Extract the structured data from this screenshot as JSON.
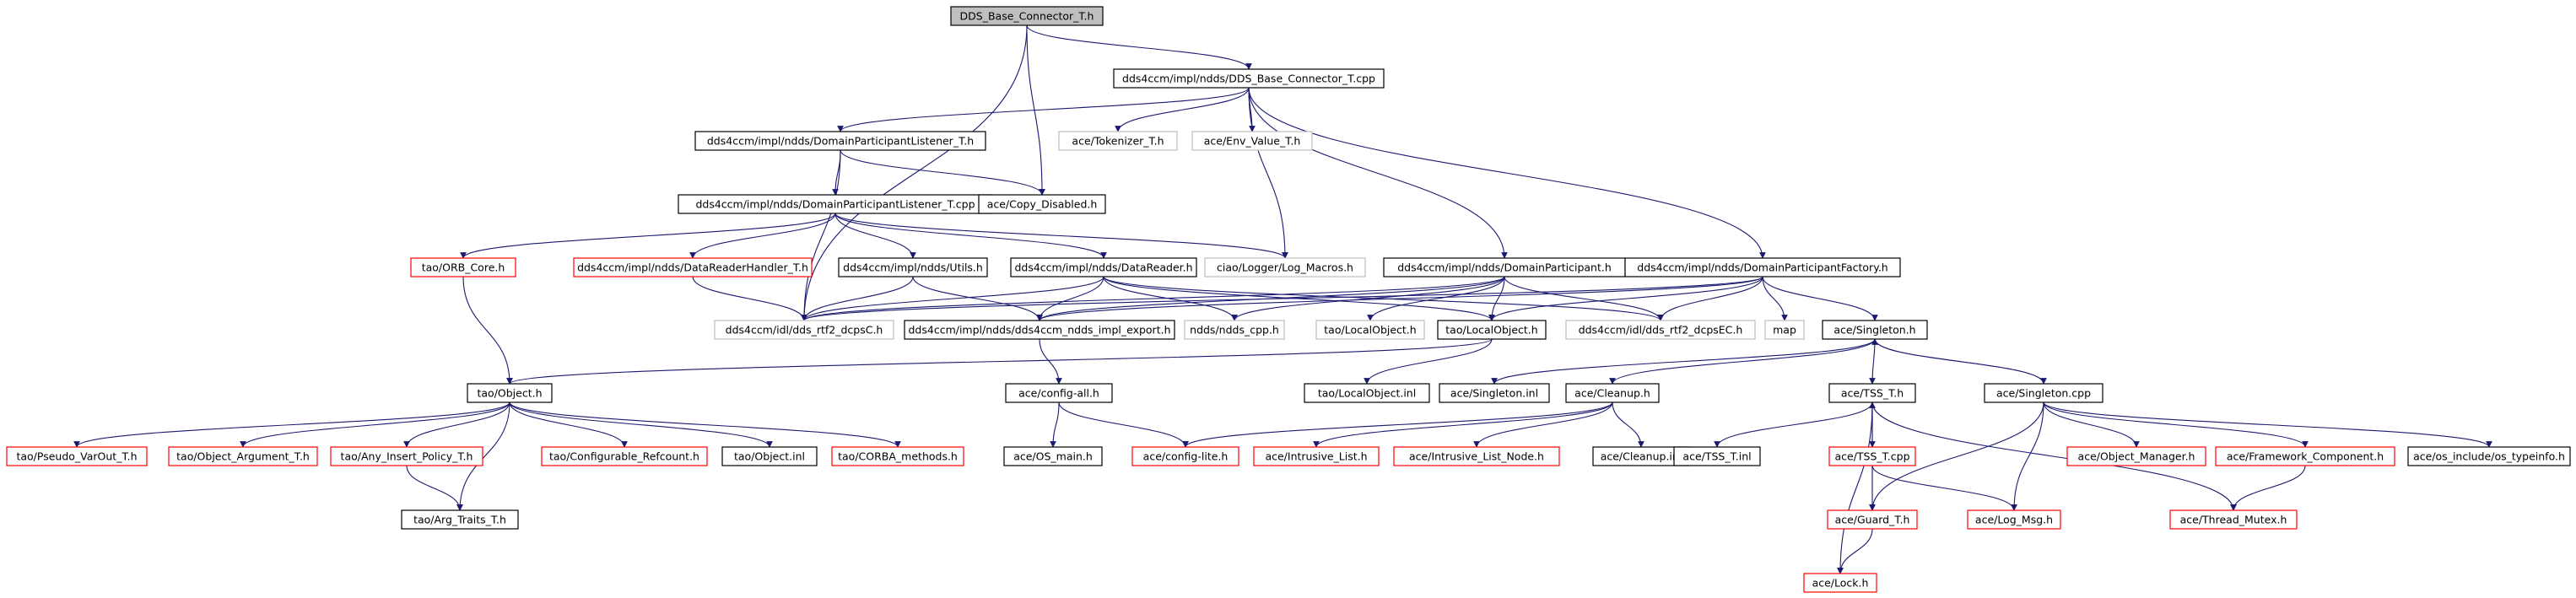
{
  "colors": {
    "edge": "#191970",
    "border_normal": "#000000",
    "border_missing": "#ff0000",
    "border_external": "#bfbfbf",
    "fill_root": "#bfbfbf",
    "fill_normal": "#ffffff",
    "text": "#000000"
  },
  "nodes": [
    {
      "id": "n_root",
      "label": "DDS_Base_Connector_T.h",
      "kind": "root"
    },
    {
      "id": "n_bct_cpp",
      "label": "dds4ccm/impl/ndds/DDS_Base_Connector_T.cpp",
      "kind": "normal"
    },
    {
      "id": "n_dpl_h",
      "label": "dds4ccm/impl/ndds/DomainParticipantListener_T.h",
      "kind": "normal"
    },
    {
      "id": "n_tokenizer",
      "label": "ace/Tokenizer_T.h",
      "kind": "external"
    },
    {
      "id": "n_envvalue",
      "label": "ace/Env_Value_T.h",
      "kind": "external"
    },
    {
      "id": "n_dpl_cpp",
      "label": "dds4ccm/impl/ndds/DomainParticipantListener_T.cpp",
      "kind": "normal"
    },
    {
      "id": "n_copydisabled",
      "label": "ace/Copy_Disabled.h",
      "kind": "normal"
    },
    {
      "id": "n_orbcore",
      "label": "tao/ORB_Core.h",
      "kind": "missing"
    },
    {
      "id": "n_drh",
      "label": "dds4ccm/impl/ndds/DataReaderHandler_T.h",
      "kind": "missing"
    },
    {
      "id": "n_utils",
      "label": "dds4ccm/impl/ndds/Utils.h",
      "kind": "normal"
    },
    {
      "id": "n_datareader",
      "label": "dds4ccm/impl/ndds/DataReader.h",
      "kind": "normal"
    },
    {
      "id": "n_logmacros",
      "label": "ciao/Logger/Log_Macros.h",
      "kind": "external"
    },
    {
      "id": "n_dp",
      "label": "dds4ccm/impl/ndds/DomainParticipant.h",
      "kind": "normal"
    },
    {
      "id": "n_dpf",
      "label": "dds4ccm/impl/ndds/DomainParticipantFactory.h",
      "kind": "normal"
    },
    {
      "id": "n_dcpsc",
      "label": "dds4ccm/idl/dds_rtf2_dcpsC.h",
      "kind": "external"
    },
    {
      "id": "n_export",
      "label": "dds4ccm/impl/ndds/dds4ccm_ndds_impl_export.h",
      "kind": "normal"
    },
    {
      "id": "n_nddscpp",
      "label": "ndds/ndds_cpp.h",
      "kind": "external"
    },
    {
      "id": "n_tao_lo_ext",
      "label": "tao/LocalObject.h",
      "kind": "external"
    },
    {
      "id": "n_tao_lo",
      "label": "tao/LocalObject.h",
      "kind": "normal"
    },
    {
      "id": "n_dcpsec",
      "label": "dds4ccm/idl/dds_rtf2_dcpsEC.h",
      "kind": "external"
    },
    {
      "id": "n_map",
      "label": "map",
      "kind": "external"
    },
    {
      "id": "n_singleton_h",
      "label": "ace/Singleton.h",
      "kind": "normal"
    },
    {
      "id": "n_object_h",
      "label": "tao/Object.h",
      "kind": "normal"
    },
    {
      "id": "n_configall",
      "label": "ace/config-all.h",
      "kind": "normal"
    },
    {
      "id": "n_lo_inl",
      "label": "tao/LocalObject.inl",
      "kind": "normal"
    },
    {
      "id": "n_singleton_inl",
      "label": "ace/Singleton.inl",
      "kind": "normal"
    },
    {
      "id": "n_cleanup_h",
      "label": "ace/Cleanup.h",
      "kind": "normal"
    },
    {
      "id": "n_tss_h",
      "label": "ace/TSS_T.h",
      "kind": "normal"
    },
    {
      "id": "n_singleton_cpp",
      "label": "ace/Singleton.cpp",
      "kind": "normal"
    },
    {
      "id": "n_pseudo",
      "label": "tao/Pseudo_VarOut_T.h",
      "kind": "missing"
    },
    {
      "id": "n_objarg",
      "label": "tao/Object_Argument_T.h",
      "kind": "missing"
    },
    {
      "id": "n_anyins",
      "label": "tao/Any_Insert_Policy_T.h",
      "kind": "missing"
    },
    {
      "id": "n_refcount",
      "label": "tao/Configurable_Refcount.h",
      "kind": "missing"
    },
    {
      "id": "n_obj_inl",
      "label": "tao/Object.inl",
      "kind": "normal"
    },
    {
      "id": "n_corba",
      "label": "tao/CORBA_methods.h",
      "kind": "missing"
    },
    {
      "id": "n_osmain",
      "label": "ace/OS_main.h",
      "kind": "normal"
    },
    {
      "id": "n_configlite",
      "label": "ace/config-lite.h",
      "kind": "missing"
    },
    {
      "id": "n_intrlist",
      "label": "ace/Intrusive_List.h",
      "kind": "missing"
    },
    {
      "id": "n_intrnode",
      "label": "ace/Intrusive_List_Node.h",
      "kind": "missing"
    },
    {
      "id": "n_cleanup_inl",
      "label": "ace/Cleanup.inl",
      "kind": "normal"
    },
    {
      "id": "n_tss_inl",
      "label": "ace/TSS_T.inl",
      "kind": "normal"
    },
    {
      "id": "n_tss_cpp",
      "label": "ace/TSS_T.cpp",
      "kind": "missing"
    },
    {
      "id": "n_objmgr",
      "label": "ace/Object_Manager.h",
      "kind": "missing"
    },
    {
      "id": "n_framework",
      "label": "ace/Framework_Component.h",
      "kind": "missing"
    },
    {
      "id": "n_typeinfo",
      "label": "ace/os_include/os_typeinfo.h",
      "kind": "normal"
    },
    {
      "id": "n_argtraits",
      "label": "tao/Arg_Traits_T.h",
      "kind": "normal"
    },
    {
      "id": "n_guard",
      "label": "ace/Guard_T.h",
      "kind": "missing"
    },
    {
      "id": "n_logmsg",
      "label": "ace/Log_Msg.h",
      "kind": "missing"
    },
    {
      "id": "n_threadmutex",
      "label": "ace/Thread_Mutex.h",
      "kind": "missing"
    },
    {
      "id": "n_lock",
      "label": "ace/Lock.h",
      "kind": "missing"
    }
  ]
}
